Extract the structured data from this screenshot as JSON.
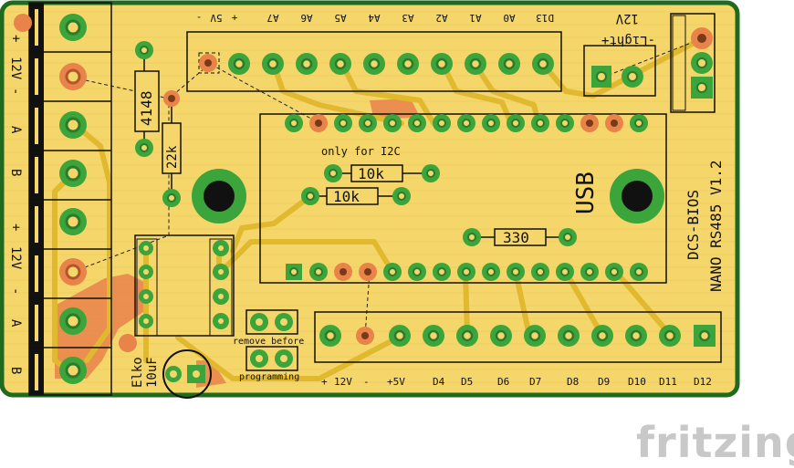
{
  "board": {
    "title": "NANO RS485 V1.2",
    "subtitle": "DCS-BIOS",
    "usb_label": "USB",
    "i2c_note": "only for I2C",
    "left_terminals": [
      "+",
      "12V",
      "-",
      "A",
      "B",
      "+",
      "12V",
      "-",
      "A",
      "B"
    ],
    "top_header_pins": [
      "-",
      "5V",
      "+",
      "A7",
      "A6",
      "A5",
      "A4",
      "A3",
      "A2",
      "A1",
      "A0",
      "D13"
    ],
    "bottom_header_pins": [
      "+",
      "12V",
      "-",
      "+5V",
      "D4",
      "D5",
      "D6",
      "D7",
      "D8",
      "D9",
      "D10",
      "D11",
      "D12"
    ],
    "light_label": "-Light+",
    "light_voltage": "12V",
    "resistors": {
      "r_10k_a": "10k",
      "r_10k_b": "10k",
      "r_330": "330",
      "r_22k": "22k"
    },
    "diode": "4148",
    "cap_line1": "Elko",
    "cap_line2": "10uF",
    "jumper_note_1": "remove before",
    "jumper_note_2": "programming"
  },
  "branding": "fritzing",
  "colors": {
    "board": "#f5d66b",
    "edge": "#1e6a1e",
    "pad": "#3ba43b",
    "pad_hole": "#2c7a2c",
    "trace": "#e0b92f",
    "copper": "#e8834a"
  }
}
